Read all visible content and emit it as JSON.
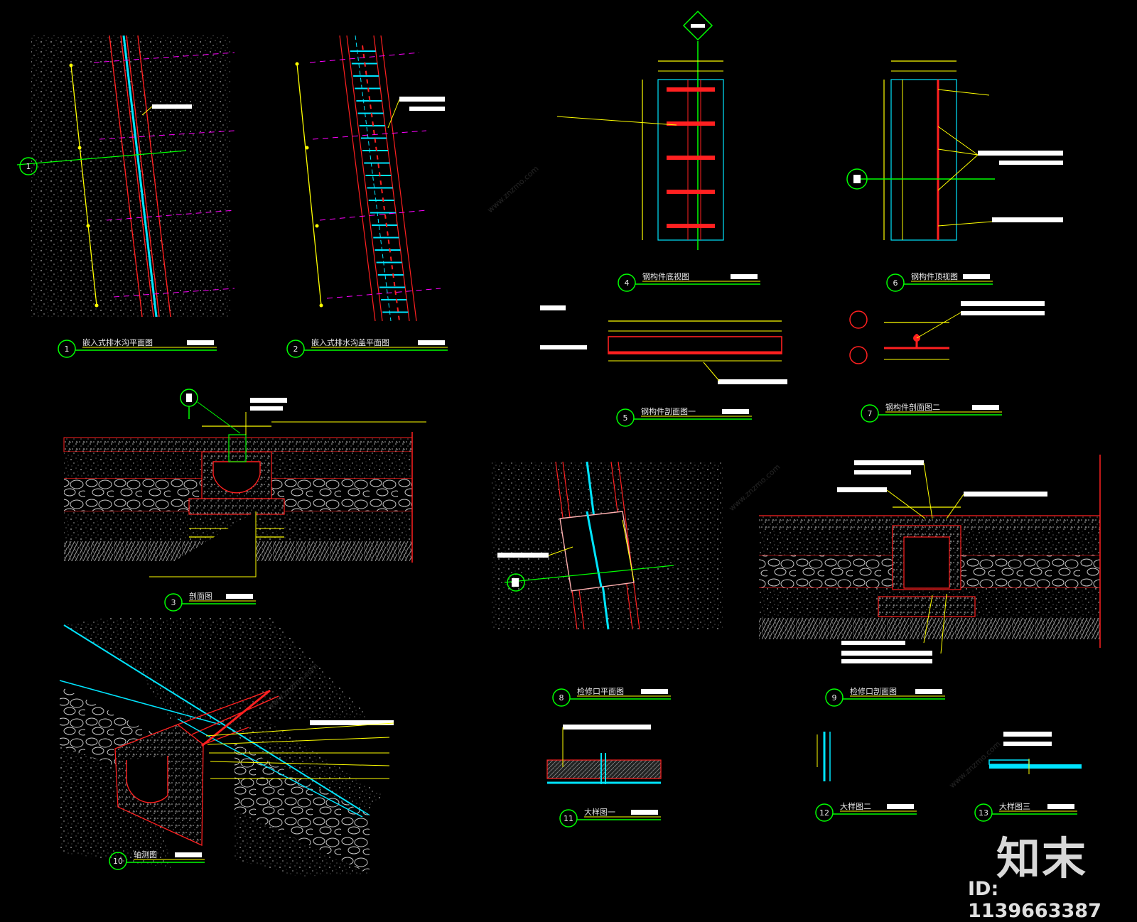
{
  "titles": [
    {
      "num": "1",
      "text": "嵌入式排水沟平面图"
    },
    {
      "num": "2",
      "text": "嵌入式排水沟盖平面图"
    },
    {
      "num": "3",
      "text": "剖面图"
    },
    {
      "num": "4",
      "text": "钢构件底视图"
    },
    {
      "num": "5",
      "text": "钢构件剖面图一"
    },
    {
      "num": "6",
      "text": "钢构件顶视图"
    },
    {
      "num": "7",
      "text": "钢构件剖面图二"
    },
    {
      "num": "8",
      "text": "检修口平面图"
    },
    {
      "num": "9",
      "text": "检修口剖面图"
    },
    {
      "num": "10",
      "text": "轴测图"
    },
    {
      "num": "11",
      "text": "大样图一"
    },
    {
      "num": "12",
      "text": "大样图二"
    },
    {
      "num": "13",
      "text": "大样图三"
    }
  ],
  "section_marker": "1",
  "watermark": {
    "logo": "知末",
    "id_text": "ID: 1139663387",
    "url": "www.znzmo.com"
  },
  "colors": {
    "red": "#ff2020",
    "cyan": "#00e5ff",
    "yellow": "#ffff00",
    "green": "#00ff00",
    "magenta": "#ff00ff",
    "white": "#ffffff"
  }
}
